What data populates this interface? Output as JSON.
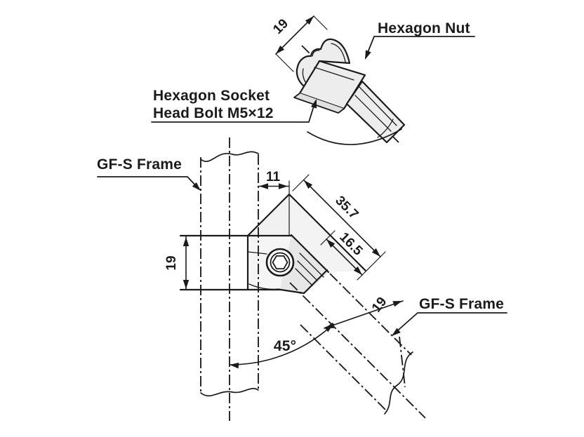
{
  "drawing": {
    "title": "GF-S Frame 45-degree connector technical drawing",
    "labels": {
      "hexagon_nut": "Hexagon Nut",
      "bolt_line1": "Hexagon Socket",
      "bolt_line2": "Head Bolt M5×12",
      "gfs_frame_left": "GF-S Frame",
      "gfs_frame_right": "GF-S Frame"
    },
    "dimensions": {
      "nut_width": "19",
      "connector_offset": "11",
      "connector_height": "19",
      "diagonal_length": "35.7",
      "tongue_length": "16.5",
      "frame_width": "19",
      "angle": "45°"
    },
    "colors": {
      "line": "#1b1b1b",
      "fill_light": "#ececec",
      "background": "#ffffff"
    }
  }
}
